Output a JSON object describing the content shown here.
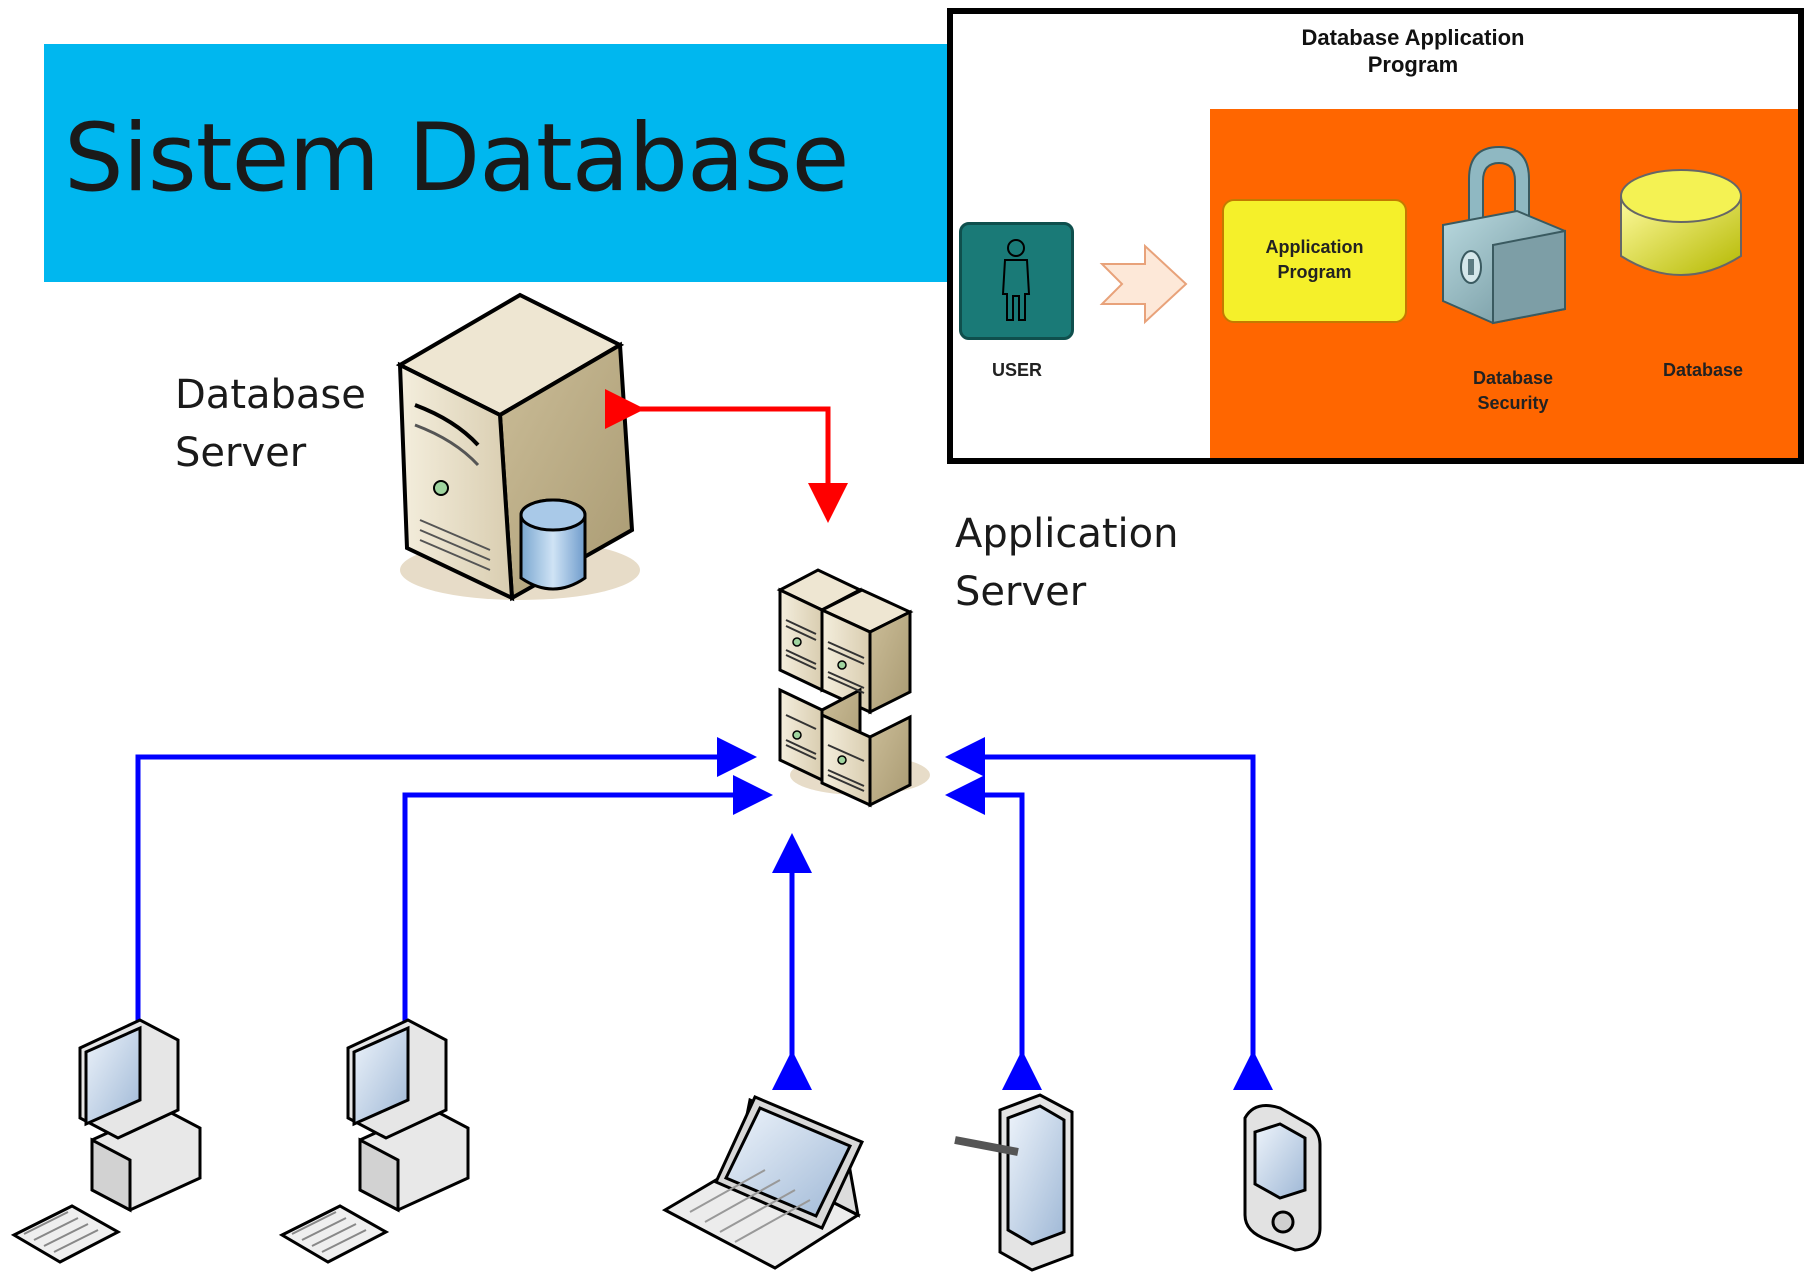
{
  "title": "Sistem Database",
  "labels": {
    "database_server": [
      "Database",
      "Server"
    ],
    "application_server": [
      "Application",
      "Server"
    ]
  },
  "inset": {
    "title": [
      "Database Application",
      "Program"
    ],
    "user": "USER",
    "application_program": [
      "Application",
      "Program"
    ],
    "database_security": [
      "Database",
      "Security"
    ],
    "database": "Database"
  },
  "colors": {
    "banner": "#00b7ef",
    "panel": "#ff6600",
    "arrow_red": "#ff0000",
    "arrow_blue": "#0000ff",
    "user_box": "#1a7a77",
    "app_box": "#f5f02a"
  },
  "icons": {
    "database_server": "server-with-database-icon",
    "application_server": "server-cluster-icon",
    "clients": [
      "desktop-computer-icon",
      "desktop-computer-icon",
      "laptop-icon",
      "tablet-icon",
      "pda-icon"
    ],
    "inset": [
      "user-person-icon",
      "arrow-right-icon",
      "padlock-icon",
      "database-cylinder-icon"
    ]
  }
}
